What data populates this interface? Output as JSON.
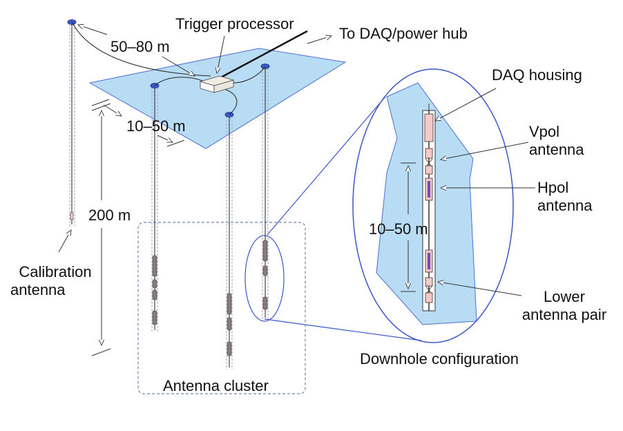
{
  "labels": {
    "trigger_processor": "Trigger processor",
    "to_daq": "To DAQ/power hub",
    "dist_50_80": "50–80 m",
    "dist_10_50_top": "10–50 m",
    "depth_200": "200 m",
    "calibration_line1": "Calibration",
    "calibration_line2": "antenna",
    "antenna_cluster": "Antenna cluster",
    "daq_housing": "DAQ housing",
    "vpol_line1": "Vpol",
    "vpol_line2": "antenna",
    "hpol_line1": "Hpol",
    "hpol_line2": "antenna",
    "dist_10_50_inset": "10–50 m",
    "lower_line1": "Lower",
    "lower_line2": "antenna pair",
    "downhole_config": "Downhole configuration"
  },
  "colors": {
    "ice_fill": "#b9dcf5",
    "ice_stroke": "#4a6fd0",
    "outline": "#3b56c8",
    "line": "#111111",
    "antenna_fill": "#f3c9c9",
    "hpol_fill": "#6a4fb5",
    "cable_dashed": "#9aa6c8"
  }
}
